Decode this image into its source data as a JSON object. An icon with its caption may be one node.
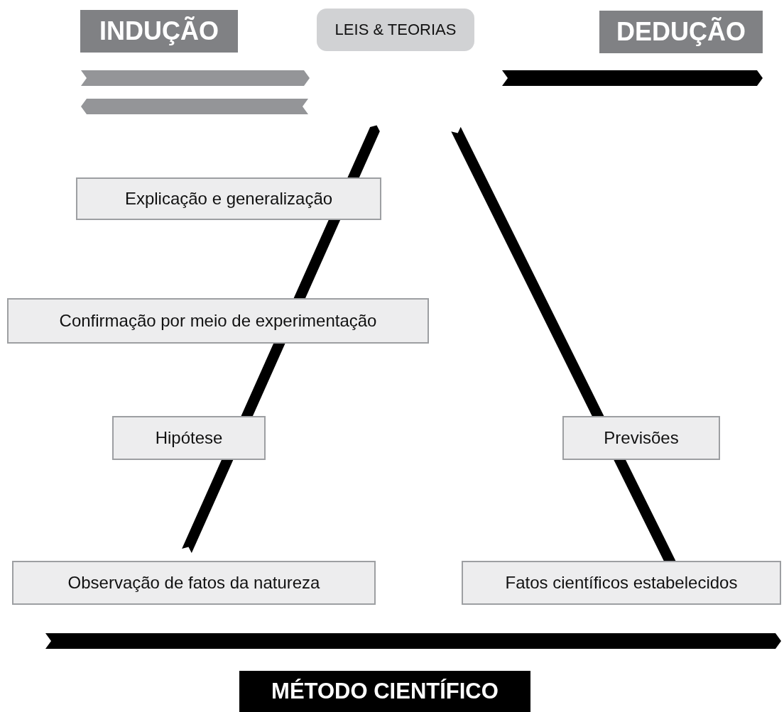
{
  "diagram": {
    "nodes": [
      {
        "text": [
          "INDUÇÃO"
        ]
      },
      {
        "text": [
          "LEIS & TEORIAS"
        ]
      },
      {
        "text": [
          "DEDUÇÃO"
        ]
      },
      {
        "text": [
          "Explicação e generalização"
        ]
      },
      {
        "text": [
          "Confirmação por meio de experimentação"
        ]
      },
      {
        "text": [
          "Hipótese"
        ]
      },
      {
        "text": [
          "Previsões"
        ]
      },
      {
        "text": [
          "Observação de fatos da natureza"
        ]
      },
      {
        "text": [
          "Fatos científicos estabelecidos"
        ]
      },
      {
        "text": [],
        "shape": "bar"
      },
      {
        "text": [
          "MÉTODO CIENTÍFICO"
        ]
      }
    ]
  }
}
